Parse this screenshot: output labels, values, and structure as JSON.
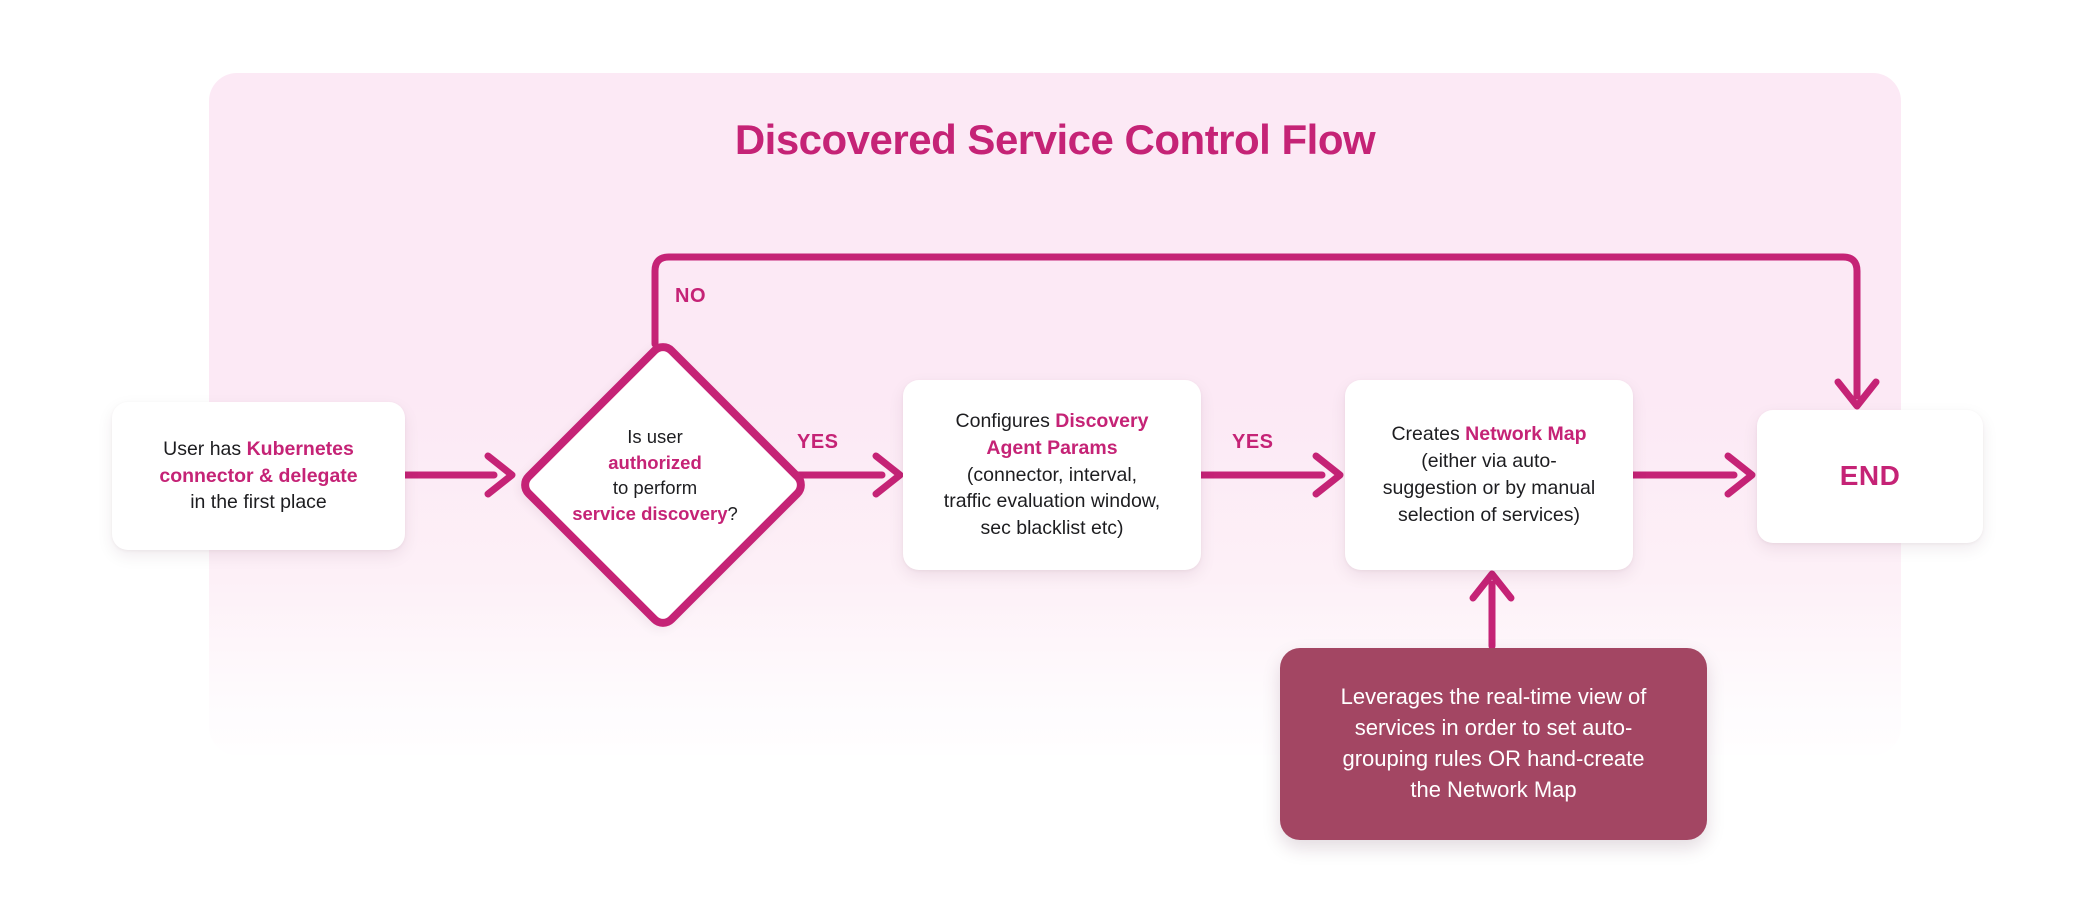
{
  "title": "Discovered Service Control Flow",
  "colors": {
    "accent": "#C52376",
    "note_background": "#A34663",
    "panel_background": "#FCE9F5",
    "node_background": "#FFFFFF",
    "body_text": "#1D1D20",
    "note_text": "#FFFFFF"
  },
  "nodes": {
    "start": {
      "type": "process",
      "lines": [
        [
          {
            "t": "User has "
          },
          {
            "t": "Kubernetes",
            "accent": true
          }
        ],
        [
          {
            "t": "connector & delegate",
            "accent": true
          }
        ],
        [
          {
            "t": "in the first place"
          }
        ]
      ]
    },
    "decision": {
      "type": "decision",
      "lines": [
        [
          {
            "t": "Is user"
          }
        ],
        [
          {
            "t": "authorized",
            "accent": true
          }
        ],
        [
          {
            "t": "to perform"
          }
        ],
        [
          {
            "t": "service discovery",
            "accent": true
          },
          {
            "t": "?"
          }
        ]
      ]
    },
    "configure": {
      "type": "process",
      "lines": [
        [
          {
            "t": "Configures "
          },
          {
            "t": "Discovery",
            "accent": true
          }
        ],
        [
          {
            "t": "Agent Params",
            "accent": true
          }
        ],
        [
          {
            "t": "(connector, interval,"
          }
        ],
        [
          {
            "t": "traffic evaluation window,"
          }
        ],
        [
          {
            "t": "sec blacklist etc)"
          }
        ]
      ]
    },
    "create": {
      "type": "process",
      "lines": [
        [
          {
            "t": "Creates "
          },
          {
            "t": "Network Map",
            "accent": true
          }
        ],
        [
          {
            "t": "(either via auto-"
          }
        ],
        [
          {
            "t": "suggestion or by manual"
          }
        ],
        [
          {
            "t": "selection of services)"
          }
        ]
      ]
    },
    "end": {
      "type": "terminator",
      "label": "END"
    },
    "note": {
      "type": "note",
      "lines": [
        [
          {
            "t": "Leverages the real-time view of"
          }
        ],
        [
          {
            "t": "services in order to set auto-"
          }
        ],
        [
          {
            "t": "grouping rules OR hand-create"
          }
        ],
        [
          {
            "t": "the Network Map"
          }
        ]
      ]
    }
  },
  "edges": [
    {
      "from": "start",
      "to": "decision",
      "label": ""
    },
    {
      "from": "decision",
      "to": "configure",
      "label": "YES"
    },
    {
      "from": "decision",
      "to": "end",
      "label": "NO"
    },
    {
      "from": "configure",
      "to": "create",
      "label": "YES"
    },
    {
      "from": "create",
      "to": "end",
      "label": ""
    },
    {
      "from": "note",
      "to": "create",
      "label": ""
    }
  ]
}
